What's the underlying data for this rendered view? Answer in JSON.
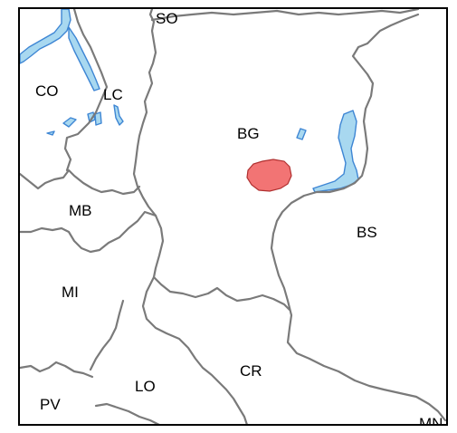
{
  "map": {
    "colors": {
      "border": "#7a7a7a",
      "lake_fill": "#a8d8f0",
      "lake_stroke": "#3e86d4",
      "highlight_fill": "#f27474",
      "frame": "#000000"
    },
    "province_labels": {
      "so": "SO",
      "co": "CO",
      "lc": "LC",
      "bg": "BG",
      "mb": "MB",
      "bs": "BS",
      "mi": "MI",
      "cr": "CR",
      "lo": "LO",
      "pv": "PV",
      "mn": "MN"
    }
  }
}
